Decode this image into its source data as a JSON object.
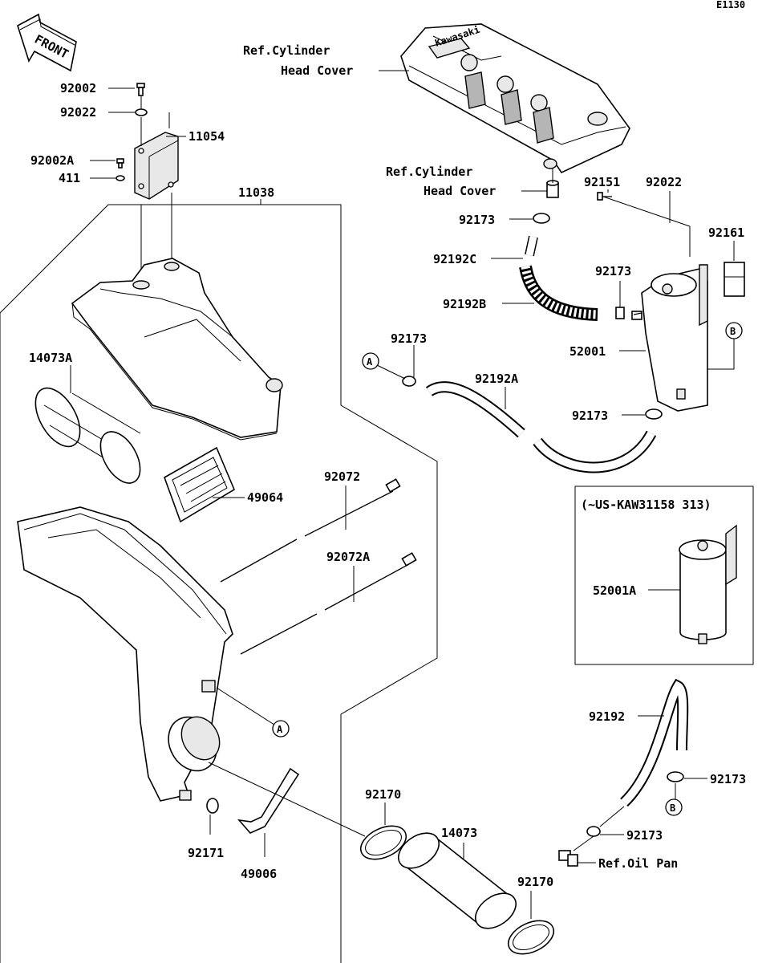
{
  "diagram_code": "E1130",
  "front_label": "FRONT",
  "parts": {
    "p92002": "92002",
    "p92022_top": "92022",
    "p11054": "11054",
    "p92002A": "92002A",
    "p411": "411",
    "p11038": "11038",
    "p14073A": "14073A",
    "p49064": "49064",
    "p92072": "92072",
    "p92072A": "92072A",
    "p92171": "92171",
    "p49006": "49006",
    "p92170_a": "92170",
    "p14073": "14073",
    "p92170_b": "92170",
    "p92173_1": "92173",
    "p92192C": "92192C",
    "p92192B": "92192B",
    "p92173_2": "92173",
    "p92173_3": "92173",
    "p92192A": "92192A",
    "p92151": "92151",
    "p92022_right": "92022",
    "p92161": "92161",
    "p52001": "52001",
    "p92173_4": "92173",
    "p52001A": "52001A",
    "p92192": "92192",
    "p92173_5": "92173",
    "p92173_6": "92173"
  },
  "refs": {
    "cyl_head_cover_1_line1": "Ref.Cylinder",
    "cyl_head_cover_1_line2": "Head Cover",
    "cyl_head_cover_2_line1": "Ref.Cylinder",
    "cyl_head_cover_2_line2": "Head Cover",
    "oil_pan": "Ref.Oil Pan"
  },
  "callouts": {
    "A": "A",
    "B": "B"
  },
  "inset_label": "(~US-KAW31158 313)",
  "brand_mark": "Kawasaki"
}
